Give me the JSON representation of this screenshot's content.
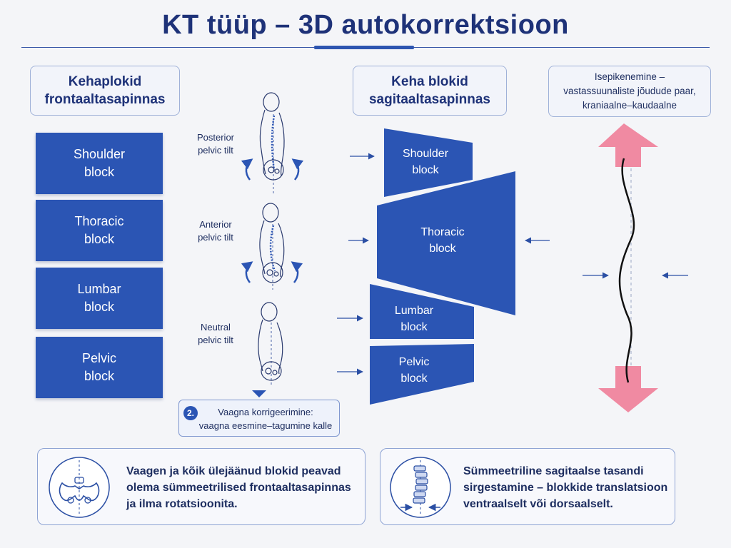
{
  "title": "KT tüüp – 3D autokorrektsioon",
  "frontal": {
    "title_line1": "Kehaplokid",
    "title_line2": "frontaaltasapinnas",
    "blocks": [
      {
        "line1": "Shoulder",
        "line2": "block"
      },
      {
        "line1": "Thoracic",
        "line2": "block"
      },
      {
        "line1": "Lumbar",
        "line2": "block"
      },
      {
        "line1": "Pelvic",
        "line2": "block"
      }
    ]
  },
  "pelvic_tilts": [
    {
      "line1": "Posterior",
      "line2": "pelvic tilt"
    },
    {
      "line1": "Anterior",
      "line2": "pelvic tilt"
    },
    {
      "line1": "Neutral",
      "line2": "pelvic tilt"
    }
  ],
  "callout": {
    "number": "2.",
    "line1": "Vaagna korrigeerimine:",
    "line2": "vaagna eesmine–tagumine kalle"
  },
  "sagittal": {
    "title_line1": "Keha blokid",
    "title_line2": "sagitaaltasapinnas",
    "blocks": [
      {
        "line1": "Shoulder",
        "line2": "block"
      },
      {
        "line1": "Thoracic",
        "line2": "block"
      },
      {
        "line1": "Lumbar",
        "line2": "block"
      },
      {
        "line1": "Pelvic",
        "line2": "block"
      }
    ]
  },
  "elongation": {
    "line1": "Isepikenemine –",
    "line2": "vastassuunaliste jõudude paar,",
    "line3": "kraniaalne–kaudaalne"
  },
  "bottom_left": {
    "icon": "pelvis-icon",
    "line1": "Vaagen ja kõik ülejäänud blokid peavad",
    "line2": "olema sümmeetrilised frontaaltasapinnas",
    "line3": "ja ilma rotatsioonita."
  },
  "bottom_right": {
    "icon": "spine-translation-icon",
    "line1": "Sümmeetriline sagitaalse tasandi",
    "line2": "sirgestamine – blokkide translatsioon",
    "line3": "ventraalselt või dorsaalselt."
  },
  "colors": {
    "block_blue": "#2b55b4",
    "title_navy": "#1e3278",
    "force_pink": "#f08aa2"
  }
}
